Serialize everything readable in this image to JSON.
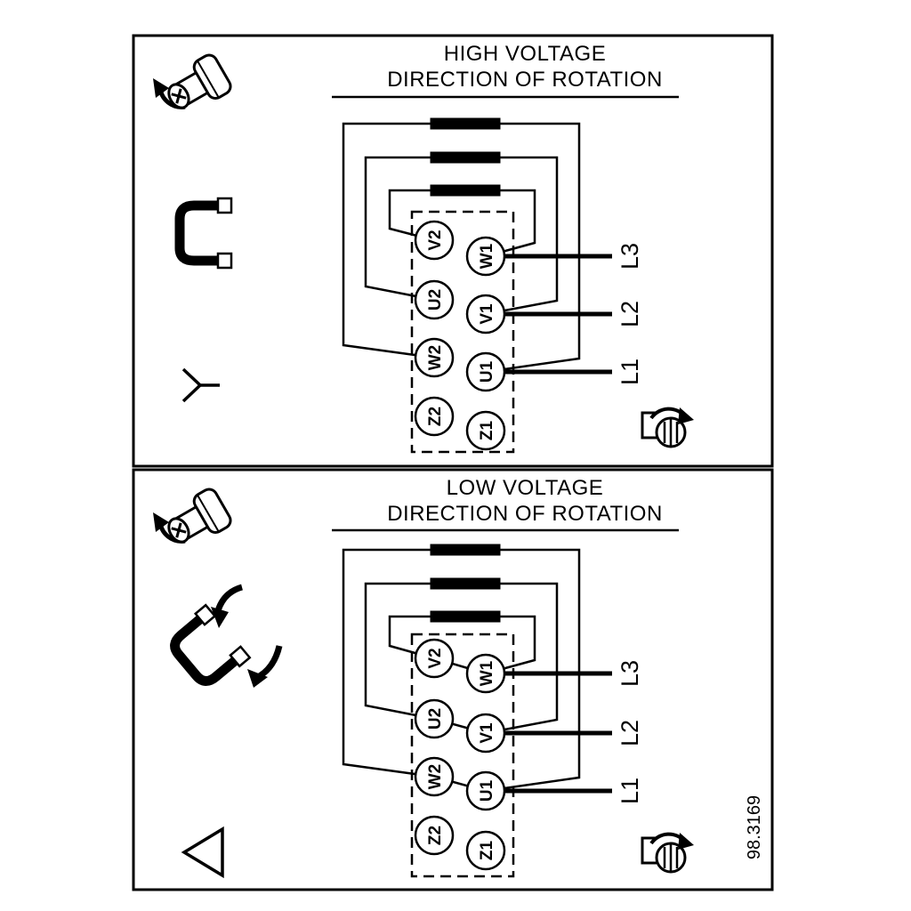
{
  "colors": {
    "ink": "#000000",
    "background": "#ffffff"
  },
  "drawing_number": "98.3169",
  "panels": {
    "high_voltage": {
      "title": "HIGH VOLTAGE",
      "subtitle": "DIRECTION OF ROTATION",
      "connection_symbol": "star",
      "terminals": {
        "left": [
          "V2",
          "U2",
          "W2",
          "Z2"
        ],
        "right": [
          "W1",
          "V1",
          "U1",
          "Z1"
        ]
      },
      "supply_lines": [
        "L3",
        "L2",
        "L1"
      ]
    },
    "low_voltage": {
      "title": "LOW VOLTAGE",
      "subtitle": "DIRECTION OF ROTATION",
      "connection_symbol": "delta",
      "terminals": {
        "left": [
          "V2",
          "U2",
          "W2",
          "Z2"
        ],
        "right": [
          "W1",
          "V1",
          "U1",
          "Z1"
        ]
      },
      "supply_lines": [
        "L3",
        "L2",
        "L1"
      ]
    }
  },
  "icons": {
    "screw": "terminal-screw-with-turn-arrow",
    "jumper_bridge": "terminal-jumper-bridge",
    "jumper_placement": "jumper-placement-arrows",
    "star": "star-connection-symbol",
    "delta": "delta-connection-symbol",
    "rotation": "shaft-rotation-direction"
  }
}
